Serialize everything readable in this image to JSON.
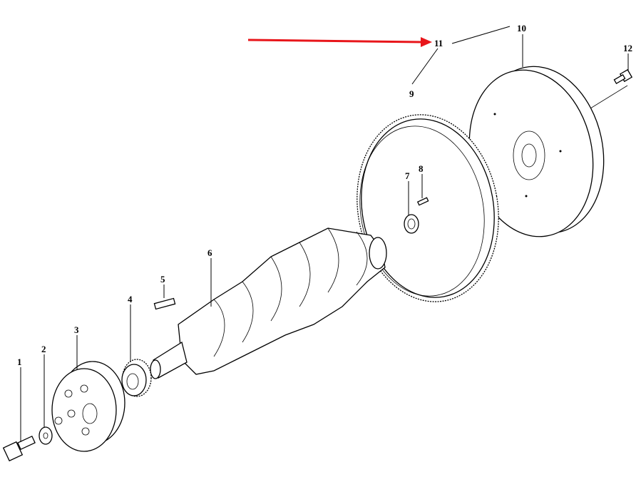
{
  "diagram": {
    "title": "Crankshaft and flywheel exploded view",
    "labels": [
      "1",
      "2",
      "3",
      "4",
      "5",
      "6",
      "7",
      "8",
      "9",
      "10",
      "11",
      "12"
    ],
    "highlighted_label": "11",
    "arrow_color": "#e8161b"
  }
}
